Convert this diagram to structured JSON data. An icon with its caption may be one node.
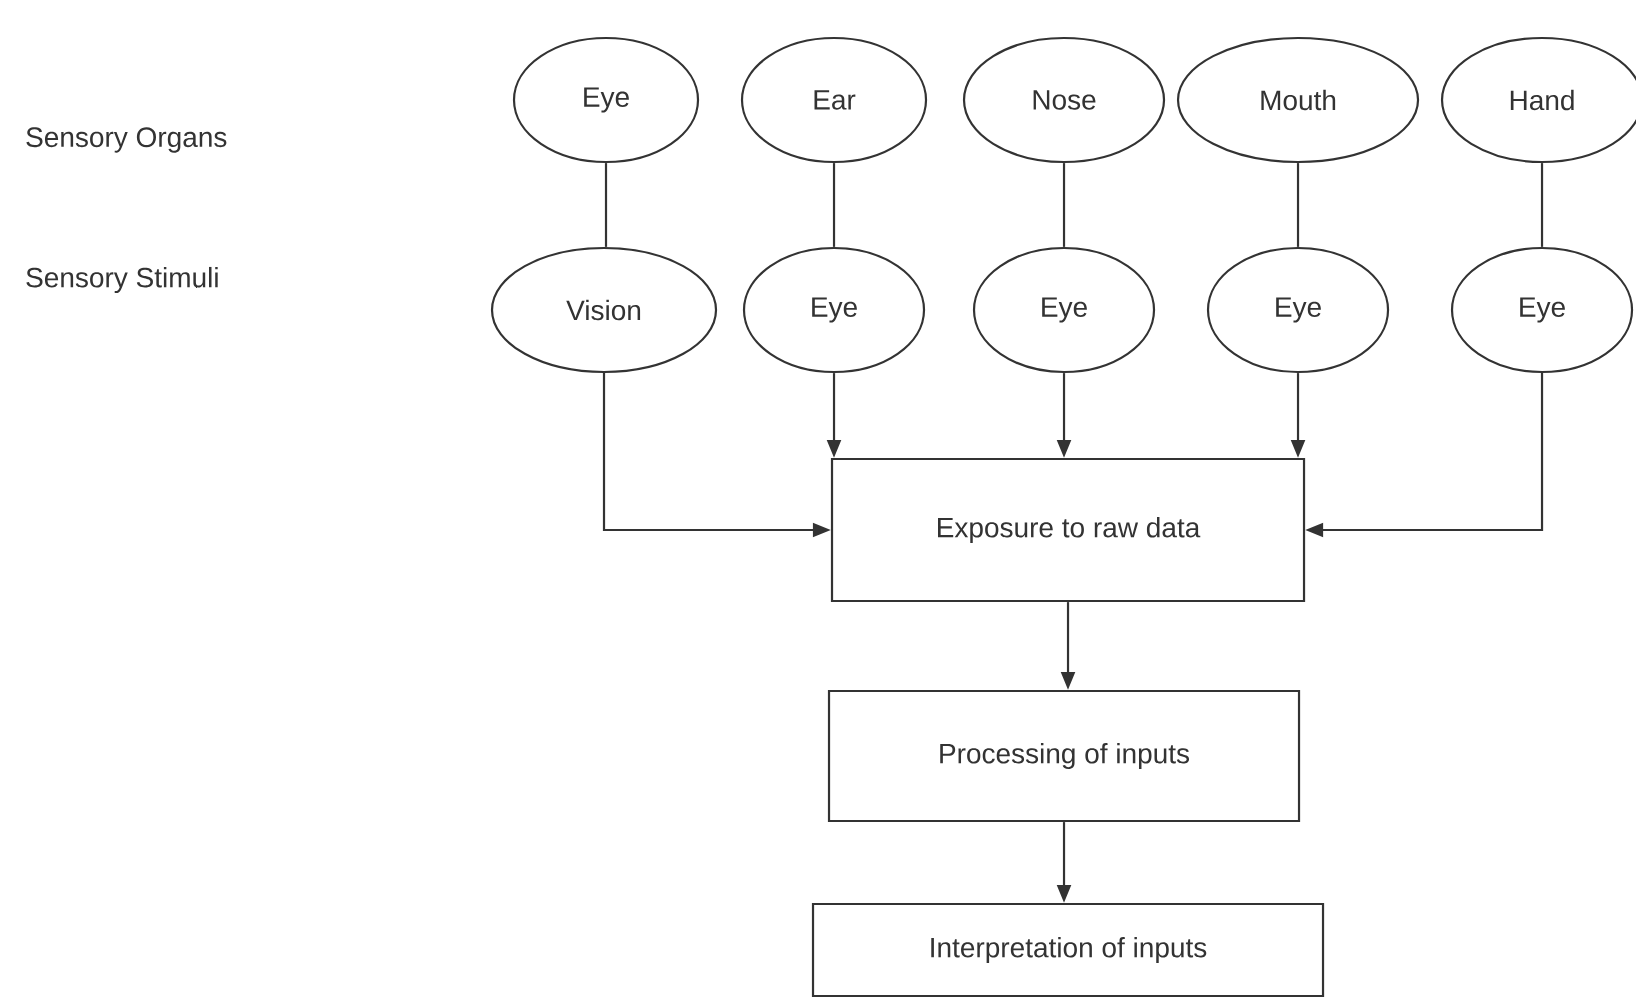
{
  "diagram": {
    "nodes": [
      {
        "text": [
          "Eye"
        ]
      },
      {
        "text": [
          "Ear"
        ]
      },
      {
        "text": [
          "Nose"
        ]
      },
      {
        "text": [
          "Mouth"
        ]
      },
      {
        "text": [
          "Hand"
        ]
      },
      {
        "text": [
          "Vision"
        ]
      },
      {
        "text": [
          "Eye"
        ]
      },
      {
        "text": [
          "Eye"
        ]
      },
      {
        "text": [
          "Eye"
        ]
      },
      {
        "text": [
          "Eye"
        ]
      },
      {
        "text": [
          "Exposure to raw data"
        ]
      },
      {
        "text": [
          "Processing of inputs"
        ]
      },
      {
        "text": [
          "Interpretation of inputs"
        ]
      }
    ],
    "edges": [
      {
        "from": 0,
        "to": 5,
        "arrow": "none"
      },
      {
        "from": 1,
        "to": 6,
        "arrow": "none"
      },
      {
        "from": 2,
        "to": 7,
        "arrow": "none"
      },
      {
        "from": 3,
        "to": 8,
        "arrow": "none"
      },
      {
        "from": 4,
        "to": 9,
        "arrow": "none"
      },
      {
        "from": 5,
        "to": 10,
        "arrow": "to"
      },
      {
        "from": 6,
        "to": 10,
        "arrow": "to"
      },
      {
        "from": 7,
        "to": 10,
        "arrow": "to"
      },
      {
        "from": 8,
        "to": 10,
        "arrow": "to"
      },
      {
        "from": 9,
        "to": 10,
        "arrow": "to"
      },
      {
        "from": 10,
        "to": 11,
        "arrow": "to"
      },
      {
        "from": 11,
        "to": 12,
        "arrow": "to"
      }
    ],
    "labels": [
      "Sensory Organs",
      "Sensory Stimuli"
    ]
  }
}
